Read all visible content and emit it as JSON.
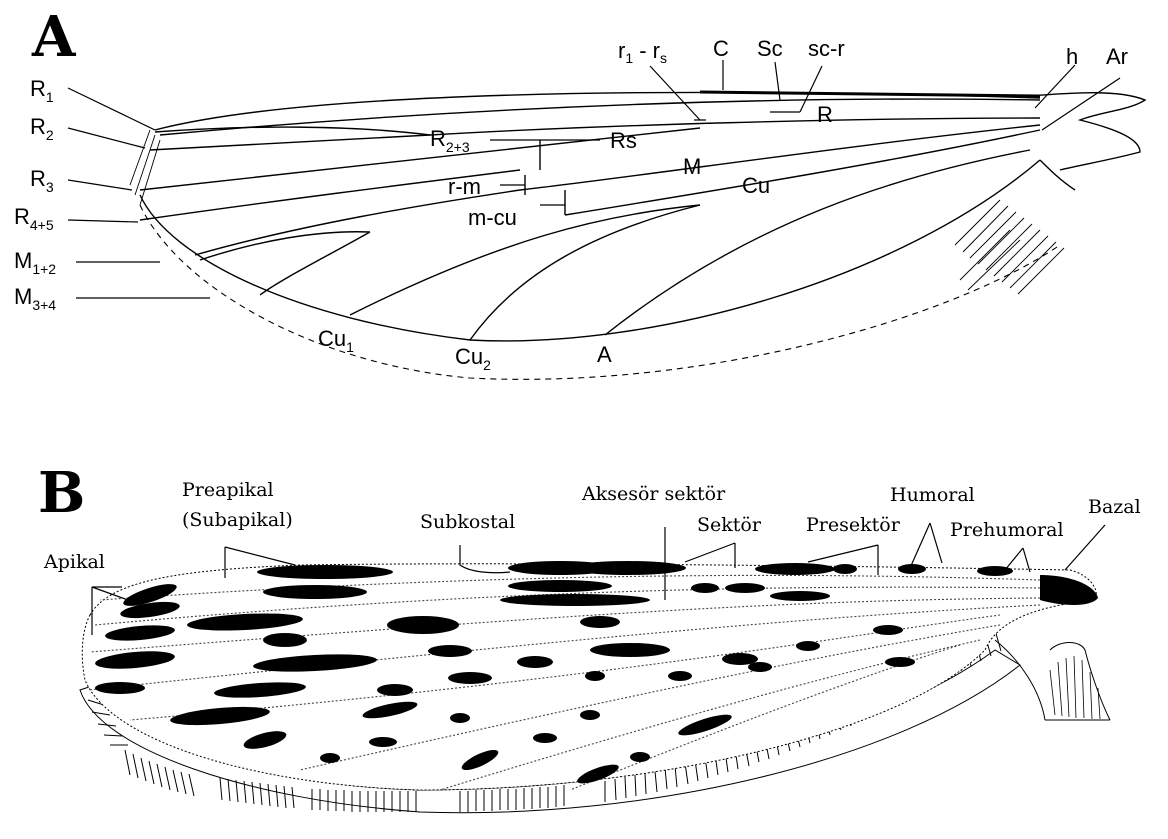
{
  "panel_a": {
    "letter": "A",
    "labels": {
      "r1_rs": {
        "main": "r",
        "sub1": "1",
        "mid": " - r",
        "sub2": "s"
      },
      "c": "C",
      "sc": "Sc",
      "sc_r": "sc-r",
      "h": "h",
      "ar": "Ar",
      "r1": {
        "main": "R",
        "sub": "1"
      },
      "r2": {
        "main": "R",
        "sub": "2"
      },
      "r3": {
        "main": "R",
        "sub": "3"
      },
      "r45": {
        "main": "R",
        "sub": "4+5"
      },
      "m12": {
        "main": "M",
        "sub": "1+2"
      },
      "m34": {
        "main": "M",
        "sub": "3+4"
      },
      "r23": {
        "main": "R",
        "sub": "2+3"
      },
      "rs": "Rs",
      "r": "R",
      "m": "M",
      "cu": "Cu",
      "r_m": "r-m",
      "m_cu": "m-cu",
      "cu1": {
        "main": "Cu",
        "sub": "1"
      },
      "cu2": {
        "main": "Cu",
        "sub": "2"
      },
      "a": "A"
    }
  },
  "panel_b": {
    "letter": "B",
    "labels": {
      "preapikal": "Preapikal",
      "subapikal": "(Subapikal)",
      "apikal": "Apikal",
      "subkostal": "Subkostal",
      "aksesor_sektor": "Aksesör sektör",
      "sektor": "Sektör",
      "presektor": "Presektör",
      "humoral": "Humoral",
      "prehumoral": "Prehumoral",
      "bazal": "Bazal"
    }
  }
}
